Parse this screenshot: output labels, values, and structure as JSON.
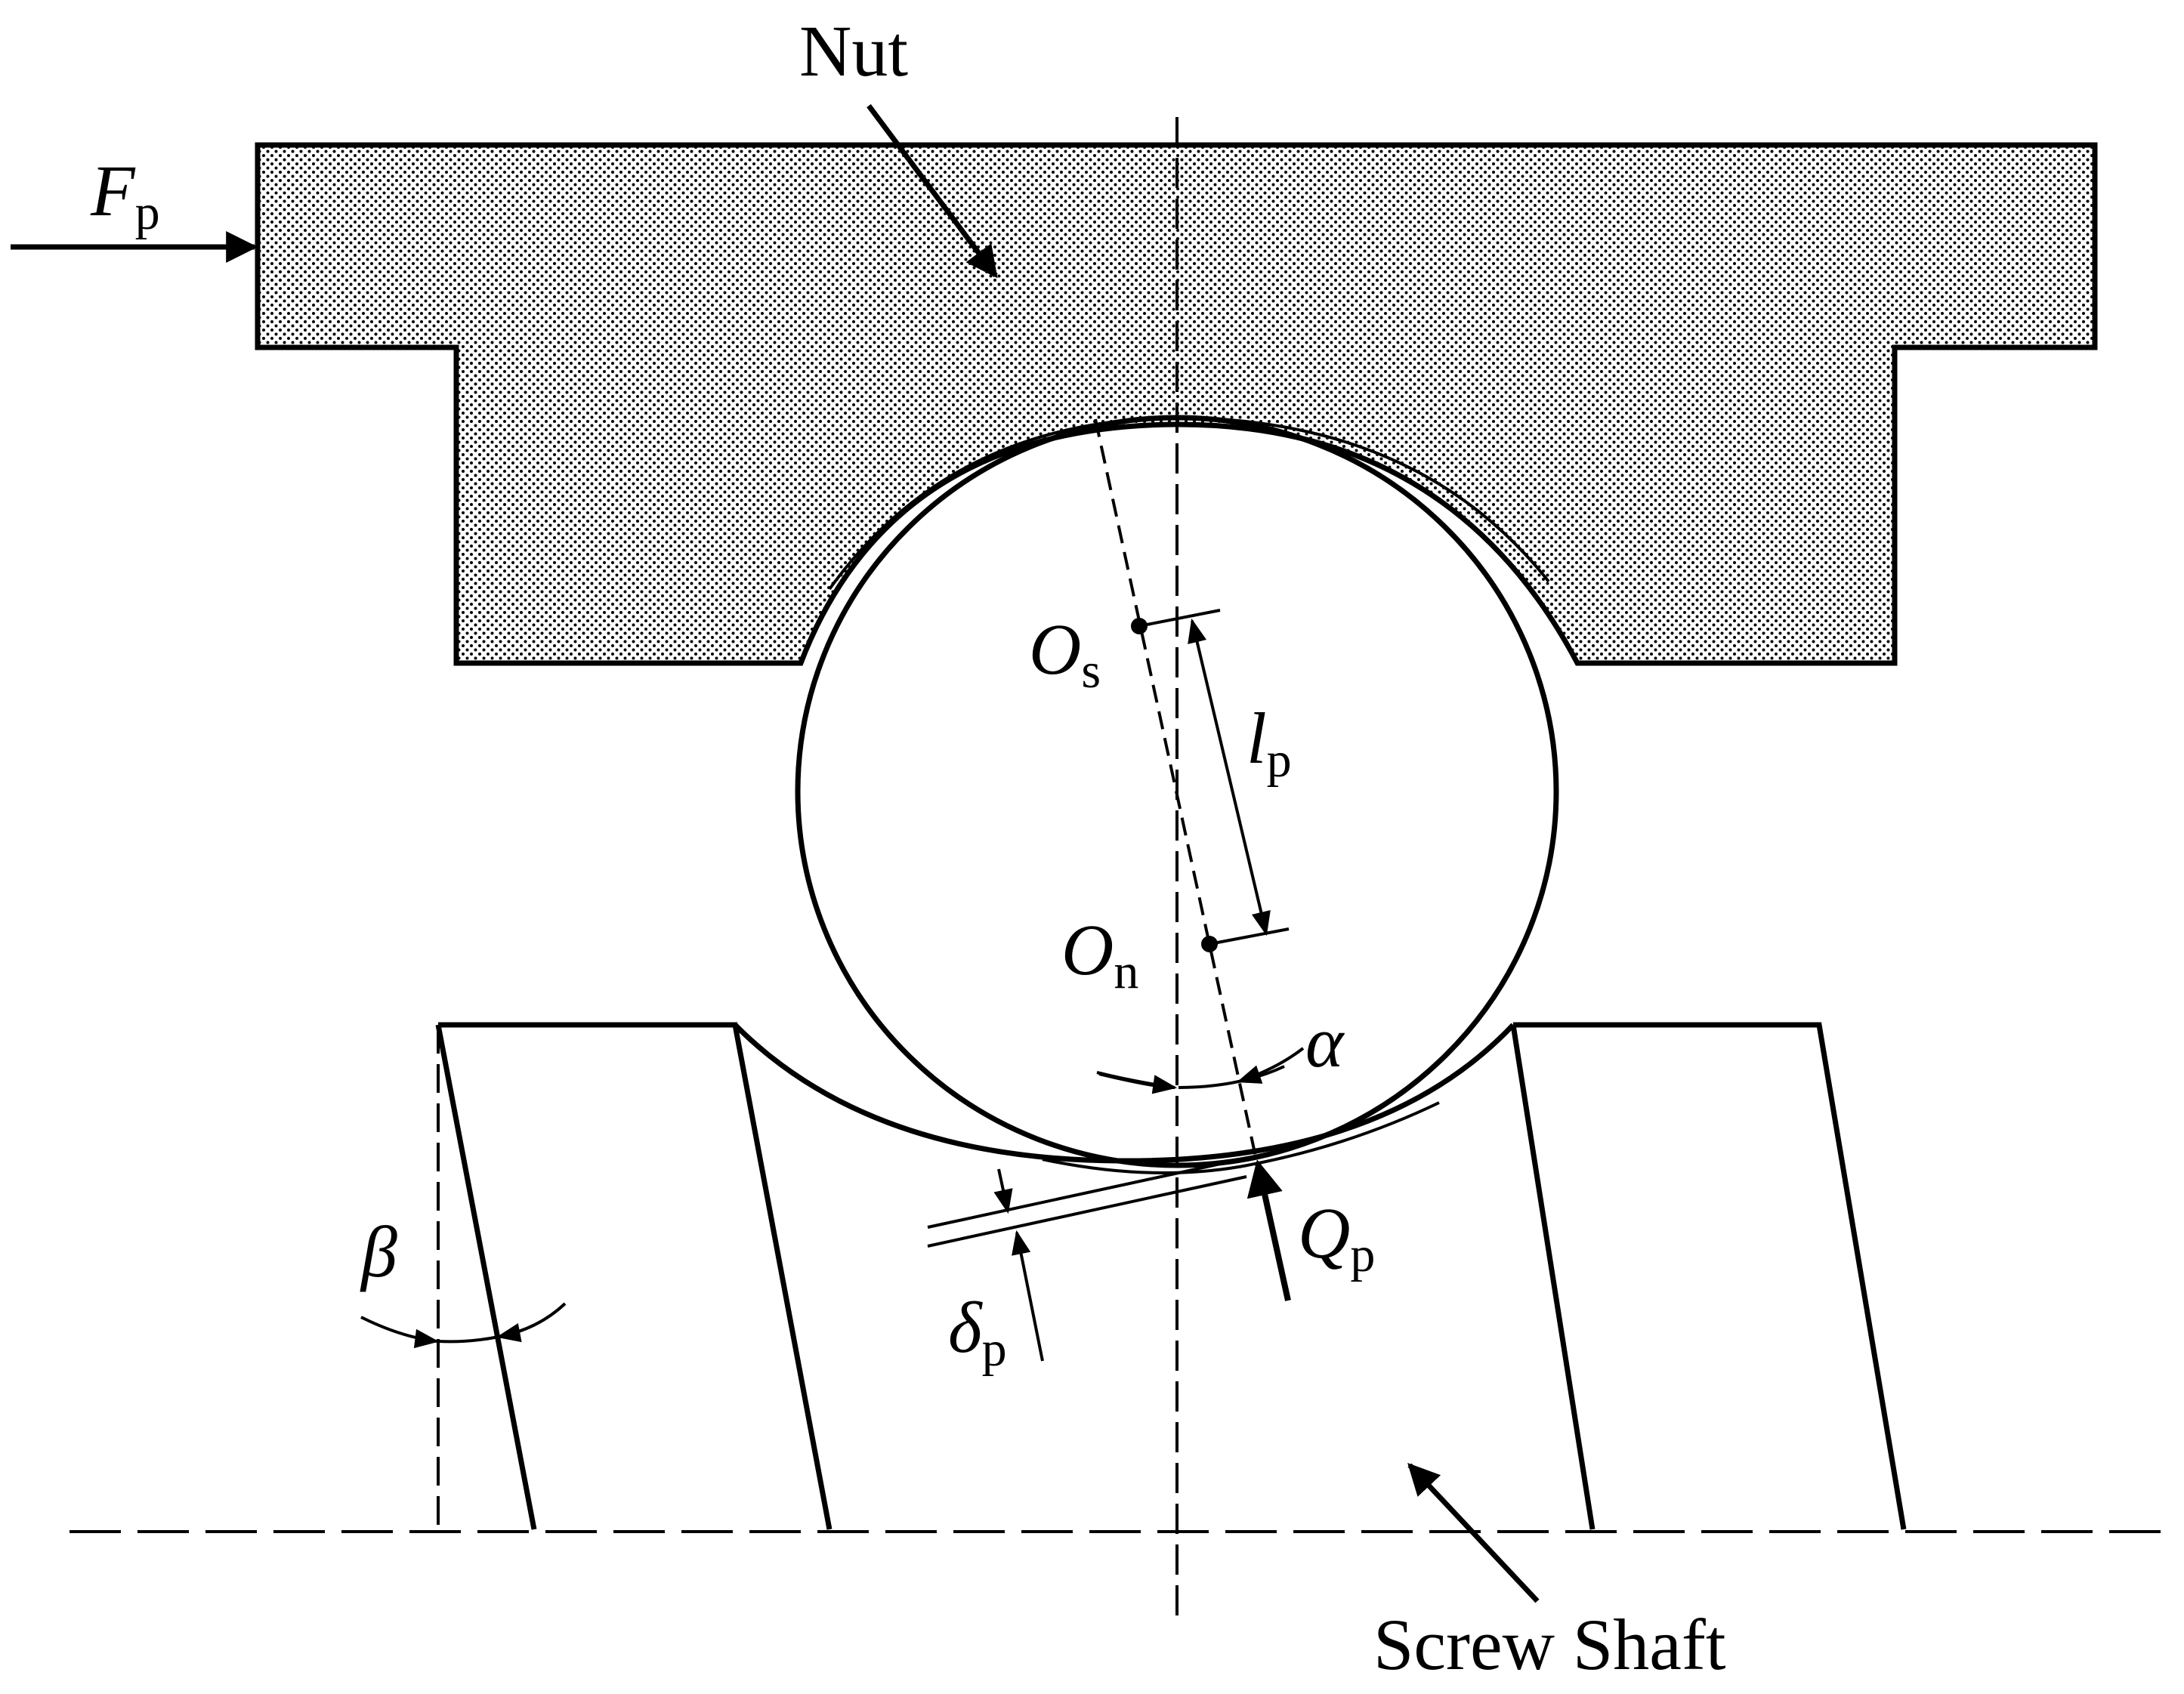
{
  "labels": {
    "nut": "Nut",
    "screw_shaft": "Screw Shaft",
    "force": {
      "symbol": "F",
      "sub": "p"
    },
    "contact_load": {
      "symbol": "Q",
      "sub": "p"
    },
    "center_s": {
      "symbol": "O",
      "sub": "s"
    },
    "center_n": {
      "symbol": "O",
      "sub": "n"
    },
    "offset": {
      "symbol": "l",
      "sub": "p"
    },
    "deformation": {
      "symbol": "δ",
      "sub": "p"
    },
    "contact_angle": "α",
    "helix_angle": "β"
  },
  "colors": {
    "stroke": "#000000",
    "nut_fill": "#ffffff",
    "nut_dots": "#000000",
    "background": "#ffffff"
  }
}
